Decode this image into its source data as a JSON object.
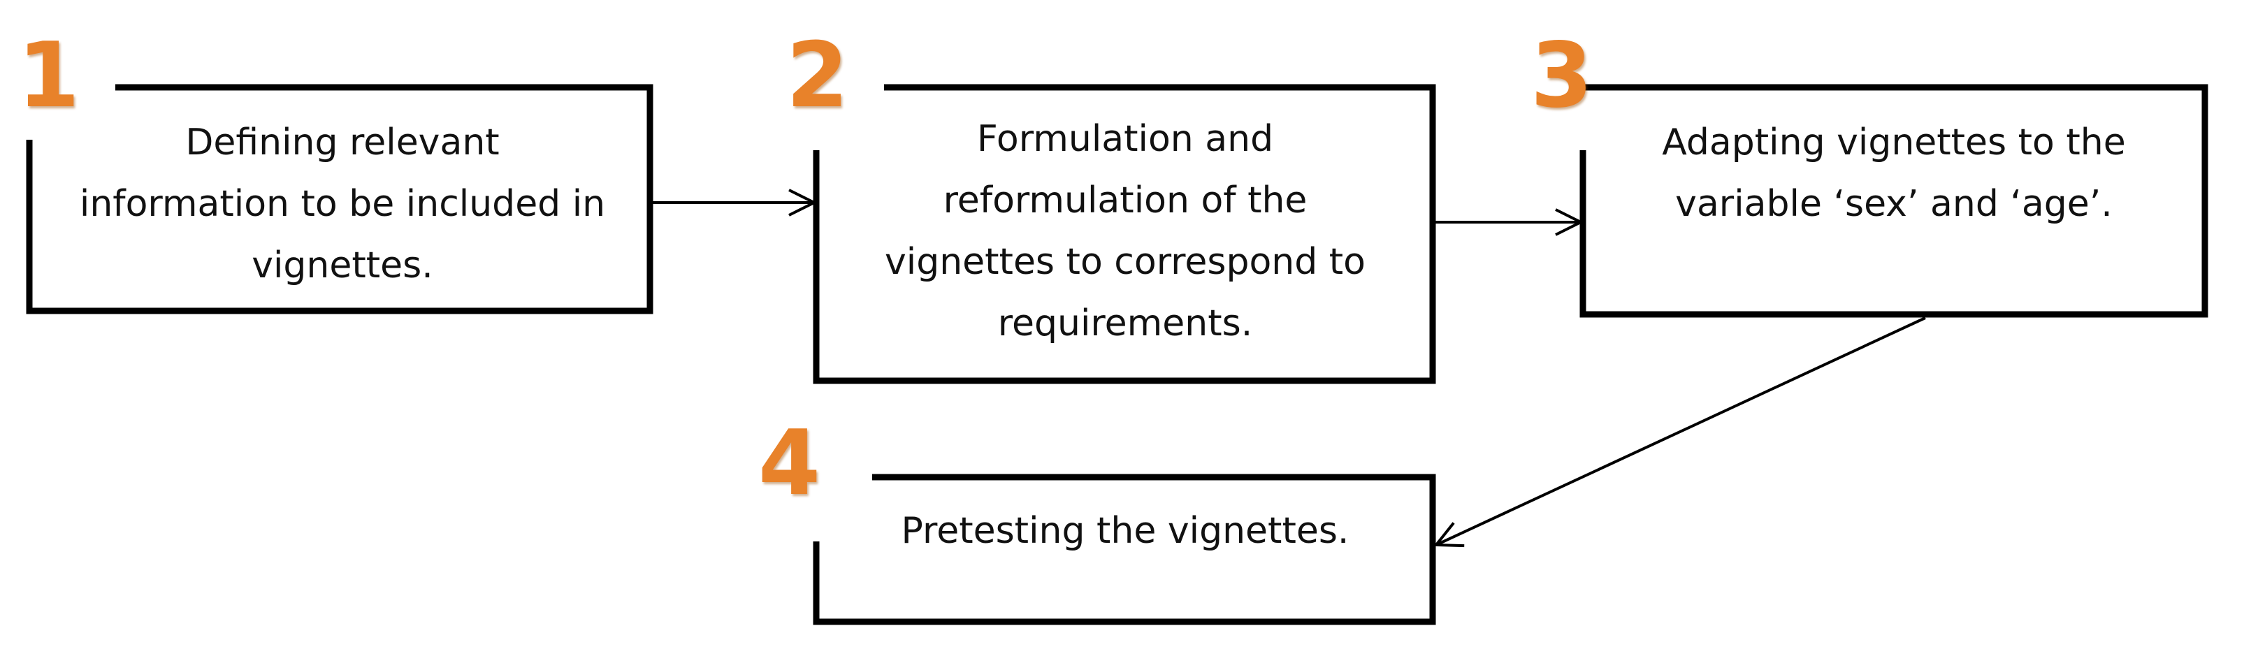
{
  "colors": {
    "number_accent": "#e8822a",
    "box_stroke": "#000000",
    "background": "#ffffff"
  },
  "steps": [
    {
      "number": "1",
      "text": "Defining relevant\ninformation to be included in\nvignettes."
    },
    {
      "number": "2",
      "text": "Formulation and\nreformulation of the\nvignettes to correspond to\nrequirements."
    },
    {
      "number": "3",
      "text": "Adapting vignettes to the\nvariable ‘sex’ and ‘age’."
    },
    {
      "number": "4",
      "text": "Pretesting the vignettes."
    }
  ],
  "connections": [
    {
      "from": "1",
      "to": "2"
    },
    {
      "from": "2",
      "to": "3"
    },
    {
      "from": "3",
      "to": "4"
    }
  ]
}
